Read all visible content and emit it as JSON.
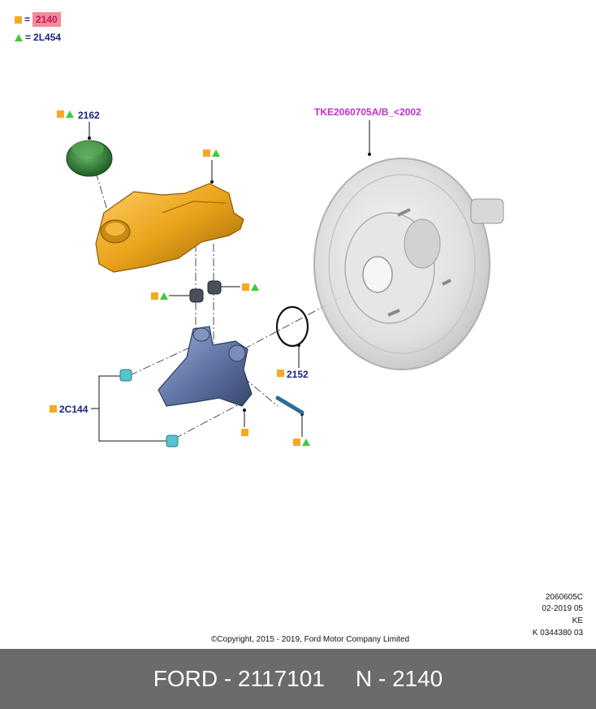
{
  "legend": [
    {
      "symbol": "square",
      "eq": "=",
      "value": "2140"
    },
    {
      "symbol": "triangle",
      "eq": "=",
      "value": "2L454"
    }
  ],
  "callouts": {
    "cap": "2162",
    "booster": "TKE2060705A/B_<2002",
    "oring": "2152",
    "fitting": "2C144"
  },
  "meta": {
    "line1": "2060605C",
    "line2": "02-2019 05",
    "line3": "KE",
    "line4": "K 0344380 03"
  },
  "copyright": "©Copyright, 2015 - 2019, Ford Motor Company Limited",
  "footer": {
    "brand_part": "FORD - 2117101",
    "ref": "N - 2140"
  },
  "colors": {
    "square": "#f7a823",
    "triangle": "#3ccc3c",
    "label": "#1a237e",
    "booster_label": "#c030c8",
    "highlight": "#f48a9a",
    "footer_bg": "#6b6b6b"
  }
}
